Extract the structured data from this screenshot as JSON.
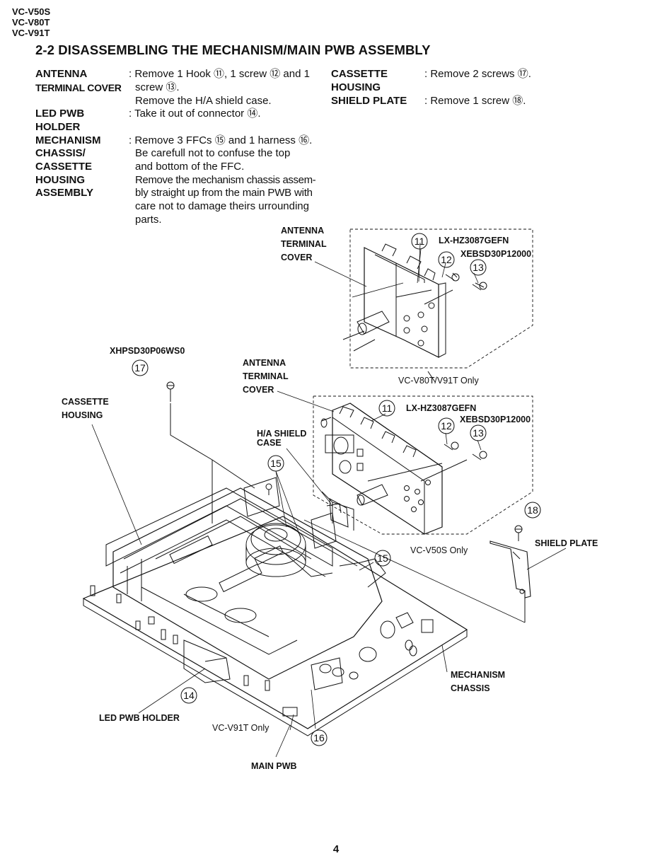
{
  "header": {
    "models": [
      "VC-V50S",
      "VC-V80T",
      "VC-V91T"
    ],
    "title": "2-2 DISASSEMBLING THE MECHANISM/MAIN PWB ASSEMBLY"
  },
  "instructions_left": [
    {
      "label": "ANTENNA",
      "lines": [
        ": Remove 1 Hook ⑪, 1 screw ⑫ and 1"
      ]
    },
    {
      "label": "TERMINAL COVER",
      "lines": [
        "screw ⑬."
      ]
    },
    {
      "label": "",
      "lines": [
        "Remove the H/A shield case."
      ]
    },
    {
      "label": "LED PWB",
      "lines": [
        ": Take it out of connector ⑭."
      ]
    },
    {
      "label": "HOLDER",
      "lines": [
        ""
      ]
    },
    {
      "label": "MECHANISM",
      "lines": [
        ": Remove 3 FFCs ⑮ and 1 harness ⑯."
      ]
    },
    {
      "label": "CHASSIS/",
      "lines": [
        "Be carefull not to confuse the top"
      ]
    },
    {
      "label": "CASSETTE",
      "lines": [
        "and  bottom of the FFC."
      ]
    },
    {
      "label": "HOUSING",
      "lines": [
        "Remove the mechanism chassis assem-"
      ]
    },
    {
      "label": "ASSEMBLY",
      "lines": [
        "bly straight up from the main PWB with"
      ]
    },
    {
      "label": "",
      "lines": [
        "care not to damage theirs urrounding"
      ]
    },
    {
      "label": "",
      "lines": [
        "parts."
      ]
    }
  ],
  "instructions_right": [
    {
      "label": "CASSETTE",
      "lines": [
        ": Remove 2 screws ⑰."
      ]
    },
    {
      "label": "HOUSING",
      "lines": [
        ""
      ]
    },
    {
      "label": "SHIELD PLATE",
      "lines": [
        ": Remove 1 screw ⑱."
      ]
    }
  ],
  "figure": {
    "callouts": {
      "antenna_cover_top": [
        "ANTENNA",
        "TERMINAL",
        "COVER"
      ],
      "antenna_cover_mid": [
        "ANTENNA",
        "TERMINAL",
        "COVER"
      ],
      "cassette_housing": [
        "CASSETTE",
        "HOUSING"
      ],
      "ha_shield_case": [
        "H/A SHIELD",
        "CASE"
      ],
      "shield_plate": "SHIELD PLATE",
      "mechanism_chassis": [
        "MECHANISM",
        "CHASSIS"
      ],
      "led_pwb_holder": "LED PWB HOLDER",
      "main_pwb": "MAIN PWB"
    },
    "part_numbers": {
      "hook_top": "LX-HZ3087GEFN",
      "screw_top": "XEBSD30P12000",
      "hook_mid": "LX-HZ3087GEFN",
      "screw_mid": "XEBSD30P12000",
      "housing_screw": "XHPSD30P06WS0"
    },
    "notes": {
      "v80_v91": "VC-V80T/V91T Only",
      "v50": "VC-V50S Only",
      "v91": "VC-V91T Only"
    },
    "circled": {
      "n11": "11",
      "n12": "12",
      "n13": "13",
      "n14": "14",
      "n15": "15",
      "n16": "16",
      "n17": "17",
      "n18": "18"
    }
  },
  "page_number": "4"
}
